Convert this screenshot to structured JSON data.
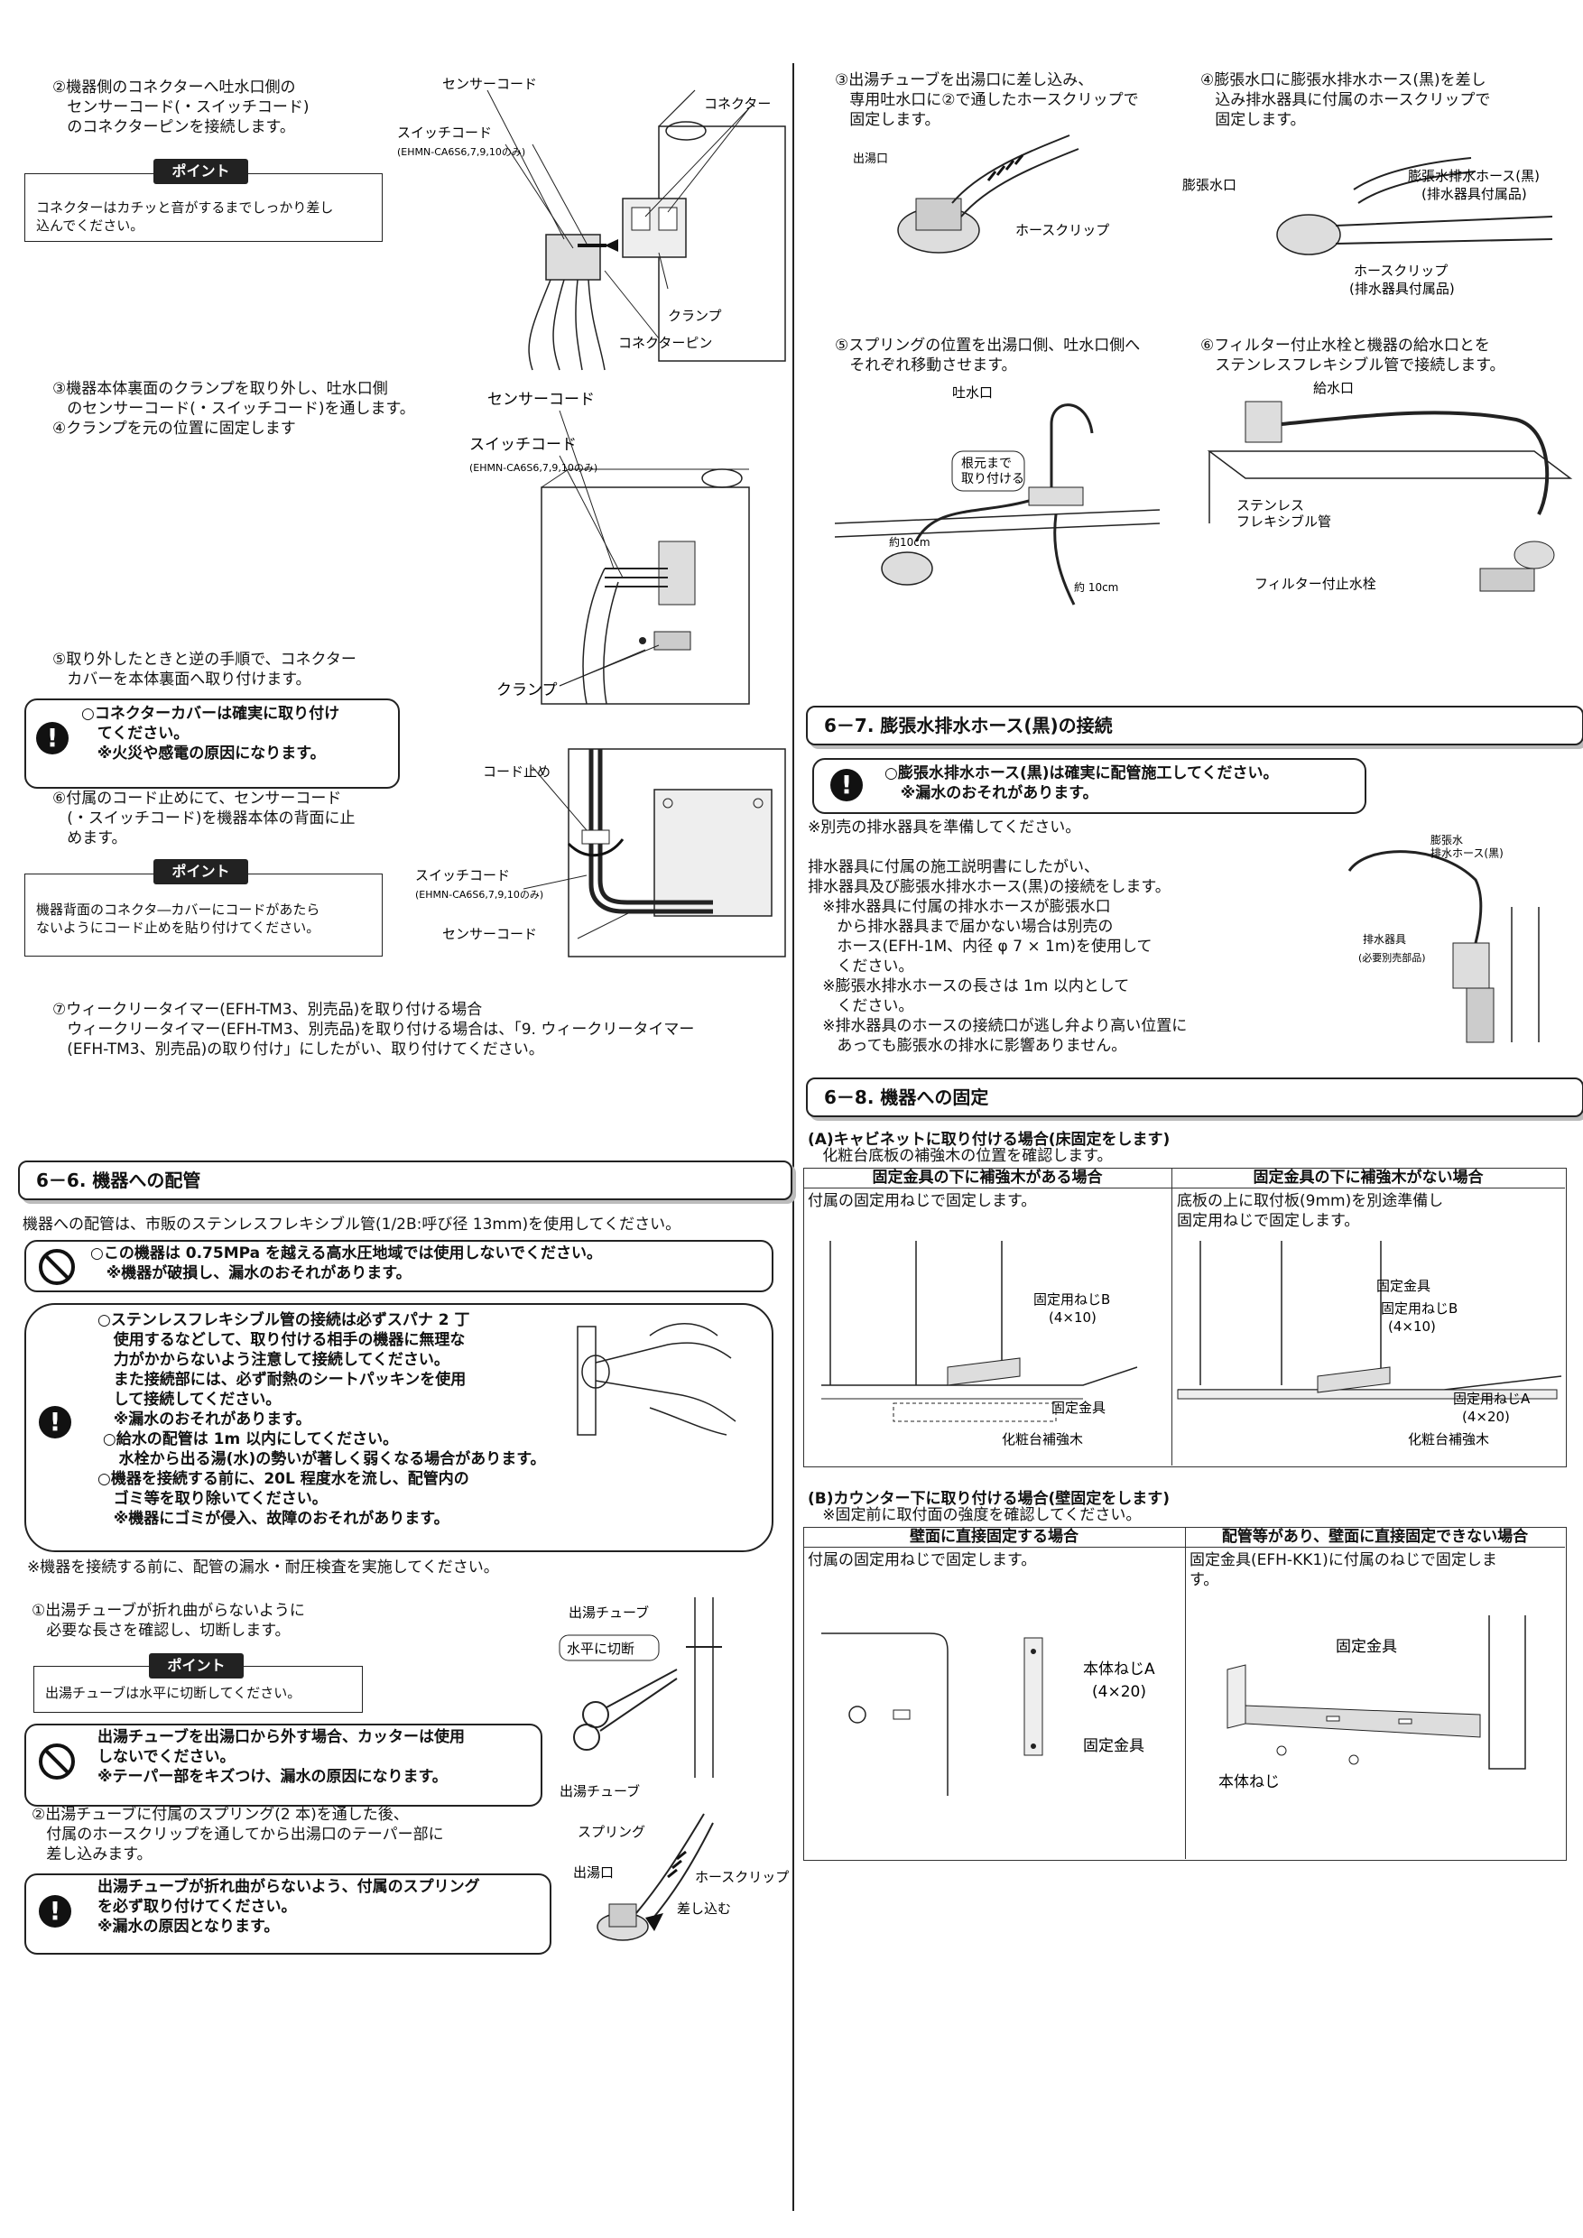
{
  "left": {
    "step2_title": "②機器側のコネクターへ吐水口側の\n   センサーコード(・スイッチコード)\n   のコネクターピンを接続します。",
    "point1_label": "ポイント",
    "point1_text": "コネクターはカチッと音がするまでしっかり差し\n込んでください。",
    "fig1": {
      "sensor_code": "センサーコード",
      "switch_code": "スイッチコード",
      "model": "(EHMN-CA6S6,7,9,10のみ)",
      "connector": "コネクター",
      "clamp": "クランプ",
      "connector_pin": "コネクターピン"
    },
    "step34_text": "③機器本体裏面のクランプを取り外し、吐水口側\n   のセンサーコード(・スイッチコード)を通します。\n④クランプを元の位置に固定します",
    "fig2": {
      "sensor_code": "センサーコード",
      "switch_code": "スイッチコード",
      "model": "(EHMN-CA6S6,7,9,10のみ)",
      "clamp": "クランプ"
    },
    "step5_text": "⑤取り外したときと逆の手順で、コネクター\n   カバーを本体裏面へ取り付けます。",
    "warn1_mark": "!",
    "warn1_text": "○コネクターカバーは確実に取り付け\n   てください。\n   ※火災や感電の原因になります。",
    "step6_text": "⑥付属のコード止めにて、センサーコード\n   (・スイッチコード)を機器本体の背面に止\n   めます。",
    "point2_label": "ポイント",
    "point2_text": "機器背面のコネクタ―カバーにコードがあたら\nないようにコード止めを貼り付けてください。",
    "fig3": {
      "code_stop": "コード止め",
      "switch_code": "スイッチコード",
      "model": "(EHMN-CA6S6,7,9,10のみ)",
      "sensor_code": "センサーコード"
    },
    "step7_text": "⑦ウィークリータイマー(EFH-TM3、別売品)を取り付ける場合\n   ウィークリータイマー(EFH-TM3、別売品)を取り付ける場合は、「9. ウィークリータイマー\n   (EFH-TM3、別売品)の取り付け」にしたがい、取り付けてください。",
    "section66": "6－6. 機器への配管",
    "piping_intro": "機器への配管は、市販のステンレスフレキシブル管(1/2B:呼び径 13mm)を使用してください。",
    "prohibit1_text": "○この機器は 0.75MPa を越える高水圧地域では使用しないでください。\n   ※機器が破損し、漏水のおそれがあります。",
    "warn2_mark": "!",
    "warn2_text": "○ステンレスフレキシブル管の接続は必ずスパナ 2 丁\n   使用するなどして、取り付ける相手の機器に無理な\n   力がかからないよう注意して接続してください。\n   また接続部には、必ず耐熱のシートパッキンを使用\n   して接続してください。\n   ※漏水のおそれがあります。\n ○給水の配管は 1m 以内にしてください。\n    水栓から出る湯(水)の勢いが著しく弱くなる場合があります。\n○機器を接続する前に、20L 程度水を流し、配管内の\n   ゴミ等を取り除いてください。\n   ※機器にゴミが侵入、故障のおそれがあります。",
    "leak_test": "※機器を接続する前に、配管の漏水・耐圧検査を実施してください。",
    "step1b_text": "①出湯チューブが折れ曲がらないように\n   必要な長さを確認し、切断します。",
    "point3_label": "ポイント",
    "point3_text": "出湯チューブは水平に切断してください。",
    "fig4": {
      "tube": "出湯チューブ",
      "cut": "水平に切断"
    },
    "prohibit2_text": "出湯チューブを出湯口から外す場合、カッターは使用\nしないでください。\n※テーパー部をキズつけ、漏水の原因になります。",
    "step2b_text": "②出湯チューブに付属のスプリング(2 本)を通した後、\n   付属のホースクリップを通してから出湯口のテーパー部に\n   差し込みます。",
    "fig5": {
      "tube": "出湯チューブ",
      "spring": "スプリング",
      "outlet": "出湯口",
      "clip": "ホースクリップ",
      "insert": "差し込む"
    },
    "warn3_mark": "!",
    "warn3_text": "出湯チューブが折れ曲がらないよう、付属のスプリング\nを必ず取り付けてください。\n※漏水の原因となります。"
  },
  "right": {
    "step3_text": "③出湯チューブを出湯口に差し込み、\n   専用吐水口に②で通したホースクリップで\n   固定します。",
    "fig6": {
      "outlet": "出湯口",
      "clip": "ホースクリップ"
    },
    "step4_text": "④膨張水口に膨張水排水ホース(黒)を差し\n   込み排水器具に付属のホースクリップで\n   固定します。",
    "fig7": {
      "exp_port": "膨張水口",
      "hose": "膨張水排水ホース(黒)",
      "hose_note": "(排水器具付属品)",
      "clip": "ホースクリップ",
      "clip_note": "(排水器具付属品)"
    },
    "step5_text": "⑤スプリングの位置を出湯口側、吐水口側へ\n   それぞれ移動させます。",
    "fig8": {
      "spout": "吐水口",
      "root": "根元まで\n取り付ける",
      "len1": "約10cm",
      "len2": "約 10cm"
    },
    "step6_text": "⑥フィルター付止水栓と機器の給水口とを\n   ステンレスフレキシブル管で接続します。",
    "fig9": {
      "inlet": "給水口",
      "flex": "ステンレス\nフレキシブル管",
      "valve": "フィルター付止水栓"
    },
    "section67": "6－7. 膨張水排水ホース(黒)の接続",
    "warn4_mark": "!",
    "warn4_text": "○膨張水排水ホース(黒)は確実に配管施工してください。\n   ※漏水のおそれがあります。",
    "drain_note": "※別売の排水器具を準備してください。",
    "drain_text": "排水器具に付属の施工説明書にしたがい、\n排水器具及び膨張水排水ホース(黒)の接続をします。\n   ※排水器具に付属の排水ホースが膨張水口\n      から排水器具まで届かない場合は別売の\n      ホース(EFH-1M、内径 φ 7 × 1m)を使用して\n      ください。\n   ※膨張水排水ホースの長さは 1m 以内として\n      ください。\n   ※排水器具のホースの接続口が逃し弁より高い位置に\n      あっても膨張水の排水に影響ありません。",
    "fig10": {
      "hose": "膨張水\n排水ホース(黒)",
      "device": "排水器具",
      "device_note": "(必要別売部品)"
    },
    "section68": "6－8. 機器への固定",
    "a_title": "(A)キャビネットに取り付ける場合(床固定をします)",
    "a_sub": "   化粧台底板の補強木の位置を確認します。",
    "a_col1_head": "固定金具の下に補強木がある場合",
    "a_col2_head": "固定金具の下に補強木がない場合",
    "a_col1_text": "付属の固定用ねじで固定します。",
    "a_col2_text": "底板の上に取付板(9mm)を別途準備し\n固定用ねじで固定します。",
    "a_fig1": {
      "screw_b": "固定用ねじB",
      "size_b": "(4×10)",
      "bracket": "固定金具",
      "wood": "化粧台補強木"
    },
    "a_fig2": {
      "bracket": "固定金具",
      "screw_b": "固定用ねじB",
      "size_b": "(4×10)",
      "screw_a": "固定用ねじA",
      "size_a": "(4×20)",
      "wood": "化粧台補強木"
    },
    "b_title": "(B)カウンター下に取り付ける場合(壁固定をします)",
    "b_sub": "   ※固定前に取付面の強度を確認してください。",
    "b_col1_head": "壁面に直接固定する場合",
    "b_col2_head": "配管等があり、壁面に直接固定できない場合",
    "b_col1_text": "付属の固定用ねじで固定します。",
    "b_col2_text": "固定金具(EFH-KK1)に付属のねじで固定しま\nす。",
    "b_fig1": {
      "screw": "本体ねじA",
      "size": "(4×20)",
      "bracket": "固定金具"
    },
    "b_fig2": {
      "bracket": "固定金具",
      "screw": "本体ねじ"
    }
  }
}
